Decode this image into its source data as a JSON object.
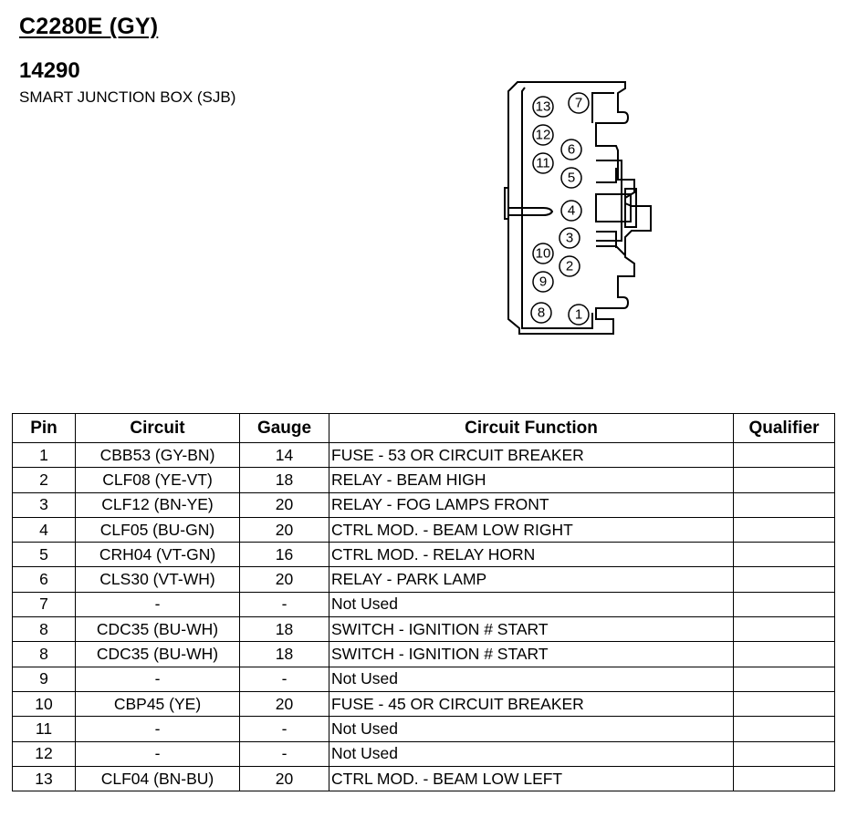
{
  "header": {
    "title": "C2280E (GY)",
    "part_number": "14290",
    "component": "SMART JUNCTION BOX (SJB)"
  },
  "connector": {
    "pins": [
      "13",
      "7",
      "12",
      "6",
      "11",
      "5",
      "4",
      "3",
      "10",
      "2",
      "9",
      "8",
      "1"
    ]
  },
  "table": {
    "headers": {
      "pin": "Pin",
      "circuit": "Circuit",
      "gauge": "Gauge",
      "function": "Circuit Function",
      "qualifier": "Qualifier"
    },
    "rows": [
      {
        "pin": "1",
        "circuit": "CBB53 (GY-BN)",
        "gauge": "14",
        "function": "FUSE - 53 OR CIRCUIT BREAKER",
        "qualifier": ""
      },
      {
        "pin": "2",
        "circuit": "CLF08 (YE-VT)",
        "gauge": "18",
        "function": "RELAY - BEAM HIGH",
        "qualifier": ""
      },
      {
        "pin": "3",
        "circuit": "CLF12 (BN-YE)",
        "gauge": "20",
        "function": "RELAY - FOG LAMPS FRONT",
        "qualifier": ""
      },
      {
        "pin": "4",
        "circuit": "CLF05 (BU-GN)",
        "gauge": "20",
        "function": "CTRL MOD. - BEAM LOW RIGHT",
        "qualifier": ""
      },
      {
        "pin": "5",
        "circuit": "CRH04 (VT-GN)",
        "gauge": "16",
        "function": "CTRL MOD. - RELAY HORN",
        "qualifier": ""
      },
      {
        "pin": "6",
        "circuit": "CLS30 (VT-WH)",
        "gauge": "20",
        "function": "RELAY - PARK LAMP",
        "qualifier": ""
      },
      {
        "pin": "7",
        "circuit": "-",
        "gauge": "-",
        "function": "Not Used",
        "qualifier": ""
      },
      {
        "pin": "8",
        "circuit": "CDC35 (BU-WH)",
        "gauge": "18",
        "function": "SWITCH - IGNITION # START",
        "qualifier": ""
      },
      {
        "pin": "8",
        "circuit": "CDC35 (BU-WH)",
        "gauge": "18",
        "function": "SWITCH - IGNITION # START",
        "qualifier": ""
      },
      {
        "pin": "9",
        "circuit": "-",
        "gauge": "-",
        "function": "Not Used",
        "qualifier": ""
      },
      {
        "pin": "10",
        "circuit": "CBP45 (YE)",
        "gauge": "20",
        "function": "FUSE - 45 OR CIRCUIT BREAKER",
        "qualifier": ""
      },
      {
        "pin": "11",
        "circuit": "-",
        "gauge": "-",
        "function": "Not Used",
        "qualifier": ""
      },
      {
        "pin": "12",
        "circuit": "-",
        "gauge": "-",
        "function": "Not Used",
        "qualifier": ""
      },
      {
        "pin": "13",
        "circuit": "CLF04 (BN-BU)",
        "gauge": "20",
        "function": "CTRL MOD. - BEAM LOW LEFT",
        "qualifier": ""
      }
    ]
  }
}
